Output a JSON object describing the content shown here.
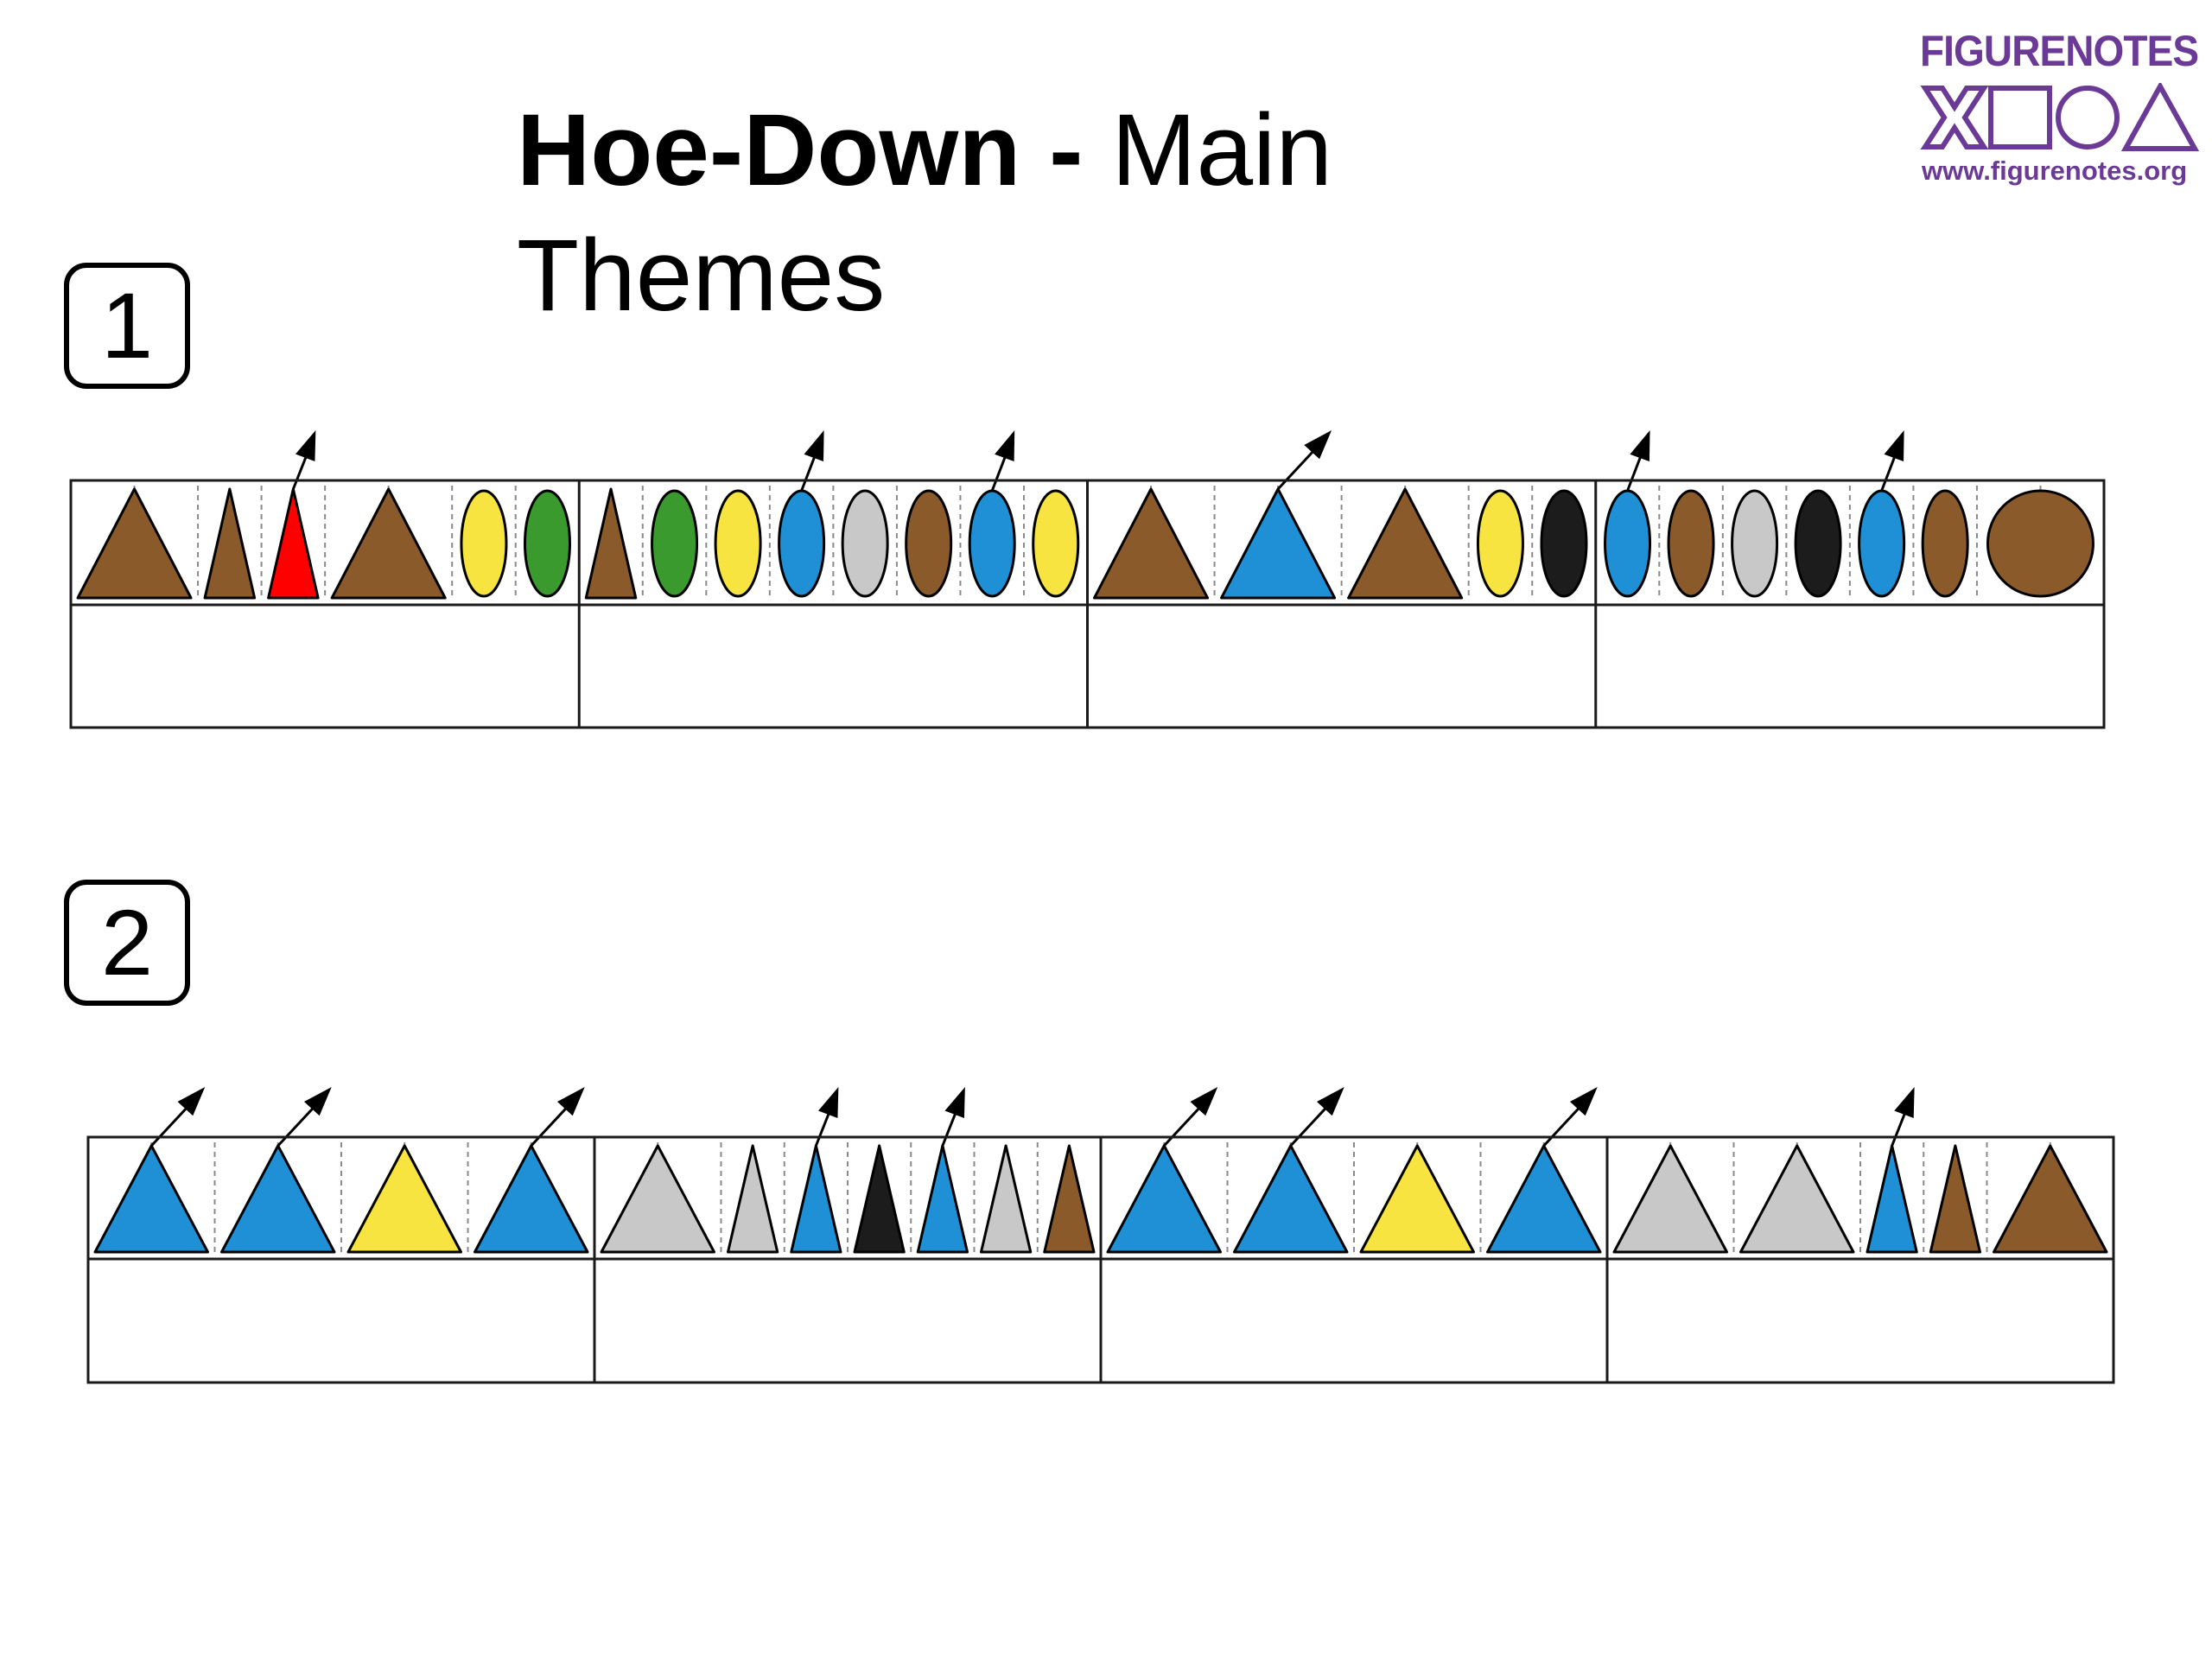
{
  "title": {
    "bold_part": "Hoe-Down -",
    "regular_part": " Main Themes"
  },
  "logo": {
    "name": "FIGURENOTES",
    "url": "www.figurenotes.org",
    "color": "#6b3a97"
  },
  "note_colors": {
    "brown": "#8b5a2b",
    "red": "#ff0000",
    "yellow": "#f7e441",
    "green": "#3a9a2e",
    "blue": "#1f8fd6",
    "grey": "#c8c8c8",
    "black": "#1c1c1c"
  },
  "sections": [
    {
      "number": "1",
      "measures": [
        {
          "notes": [
            {
              "shape": "triangle",
              "color": "brown",
              "beats": 2
            },
            {
              "shape": "triangle",
              "color": "brown",
              "beats": 1
            },
            {
              "shape": "triangle",
              "color": "red",
              "beats": 1,
              "arrow": true
            },
            {
              "shape": "triangle",
              "color": "brown",
              "beats": 2
            },
            {
              "shape": "ellipse",
              "color": "yellow",
              "beats": 1
            },
            {
              "shape": "ellipse",
              "color": "green",
              "beats": 1
            }
          ]
        },
        {
          "notes": [
            {
              "shape": "triangle",
              "color": "brown",
              "beats": 1
            },
            {
              "shape": "ellipse",
              "color": "green",
              "beats": 1
            },
            {
              "shape": "ellipse",
              "color": "yellow",
              "beats": 1
            },
            {
              "shape": "ellipse",
              "color": "blue",
              "beats": 1,
              "arrow": true
            },
            {
              "shape": "ellipse",
              "color": "grey",
              "beats": 1
            },
            {
              "shape": "ellipse",
              "color": "brown",
              "beats": 1
            },
            {
              "shape": "ellipse",
              "color": "blue",
              "beats": 1,
              "arrow": true
            },
            {
              "shape": "ellipse",
              "color": "yellow",
              "beats": 1
            }
          ]
        },
        {
          "notes": [
            {
              "shape": "triangle",
              "color": "brown",
              "beats": 2
            },
            {
              "shape": "triangle",
              "color": "blue",
              "beats": 2,
              "arrow": true
            },
            {
              "shape": "triangle",
              "color": "brown",
              "beats": 2
            },
            {
              "shape": "ellipse",
              "color": "yellow",
              "beats": 1
            },
            {
              "shape": "ellipse",
              "color": "black",
              "beats": 1
            }
          ]
        },
        {
          "notes": [
            {
              "shape": "ellipse",
              "color": "blue",
              "beats": 1,
              "arrow": true
            },
            {
              "shape": "ellipse",
              "color": "brown",
              "beats": 1
            },
            {
              "shape": "ellipse",
              "color": "grey",
              "beats": 1
            },
            {
              "shape": "ellipse",
              "color": "black",
              "beats": 1
            },
            {
              "shape": "ellipse",
              "color": "blue",
              "beats": 1,
              "arrow": true
            },
            {
              "shape": "ellipse",
              "color": "brown",
              "beats": 1
            },
            {
              "shape": "circle",
              "color": "brown",
              "beats": 2
            }
          ]
        }
      ]
    },
    {
      "number": "2",
      "measures": [
        {
          "notes": [
            {
              "shape": "triangle",
              "color": "blue",
              "beats": 2,
              "arrow": true
            },
            {
              "shape": "triangle",
              "color": "blue",
              "beats": 2,
              "arrow": true
            },
            {
              "shape": "triangle",
              "color": "yellow",
              "beats": 2
            },
            {
              "shape": "triangle",
              "color": "blue",
              "beats": 2,
              "arrow": true
            }
          ]
        },
        {
          "notes": [
            {
              "shape": "triangle",
              "color": "grey",
              "beats": 2
            },
            {
              "shape": "triangle",
              "color": "grey",
              "beats": 1
            },
            {
              "shape": "triangle",
              "color": "blue",
              "beats": 1,
              "arrow": true
            },
            {
              "shape": "triangle",
              "color": "black",
              "beats": 1
            },
            {
              "shape": "triangle",
              "color": "blue",
              "beats": 1,
              "arrow": true
            },
            {
              "shape": "triangle",
              "color": "grey",
              "beats": 1
            },
            {
              "shape": "triangle",
              "color": "brown",
              "beats": 1
            }
          ]
        },
        {
          "notes": [
            {
              "shape": "triangle",
              "color": "blue",
              "beats": 2,
              "arrow": true
            },
            {
              "shape": "triangle",
              "color": "blue",
              "beats": 2,
              "arrow": true
            },
            {
              "shape": "triangle",
              "color": "yellow",
              "beats": 2
            },
            {
              "shape": "triangle",
              "color": "blue",
              "beats": 2,
              "arrow": true
            }
          ]
        },
        {
          "notes": [
            {
              "shape": "triangle",
              "color": "grey",
              "beats": 2
            },
            {
              "shape": "triangle",
              "color": "grey",
              "beats": 2
            },
            {
              "shape": "triangle",
              "color": "blue",
              "beats": 1,
              "arrow": true
            },
            {
              "shape": "triangle",
              "color": "brown",
              "beats": 1
            },
            {
              "shape": "triangle",
              "color": "brown",
              "beats": 2
            }
          ]
        }
      ]
    }
  ]
}
